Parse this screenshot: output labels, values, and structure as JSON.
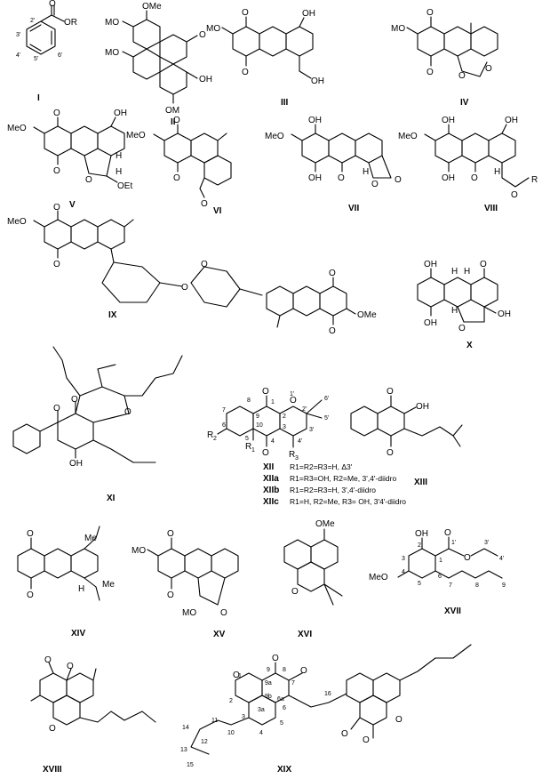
{
  "compounds": {
    "I": {
      "label": "I",
      "groups": {
        "ester": "OR",
        "c2": "2'",
        "c3": "3'",
        "c4": "4'",
        "c5": "5'",
        "c6": "6'"
      }
    },
    "II": {
      "label": "II",
      "groups": {
        "a": "OMe",
        "b": "MO",
        "c": "MO",
        "d": "OH",
        "e": "OM"
      }
    },
    "III": {
      "label": "III",
      "groups": {
        "a": "MO",
        "b": "OH",
        "c": "OH"
      }
    },
    "IV": {
      "label": "IV",
      "groups": {
        "a": "MO"
      }
    },
    "V": {
      "label": "V",
      "groups": {
        "a": "MeO",
        "b": "OH",
        "c": "H",
        "d": "H",
        "e": "OEt"
      }
    },
    "VI": {
      "label": "VI",
      "groups": {
        "a": "MeO"
      }
    },
    "VII": {
      "label": "VII",
      "groups": {
        "a": "OH",
        "b": "MeO",
        "c": "OH",
        "d": "H"
      }
    },
    "VIII": {
      "label": "VIII",
      "groups": {
        "a": "OH",
        "b": "OH",
        "c": "MeO",
        "d": "OH",
        "e": "H",
        "f": "R"
      }
    },
    "IX": {
      "label": "IX",
      "groups": {
        "a": "MeO",
        "b": "OMe"
      }
    },
    "X": {
      "label": "X",
      "groups": {
        "a": "OH",
        "b": "H",
        "c": "H",
        "d": "OH",
        "e": "OH",
        "f": "H"
      }
    },
    "XI": {
      "label": "XI",
      "groups": {
        "a": "OH"
      }
    },
    "XII": {
      "groups": {
        "o1": "1'",
        "c2": "2'",
        "c6": "6'",
        "c5": "5'",
        "c3": "3'",
        "c4": "4'",
        "r1": "R",
        "r1s": "1",
        "r2": "R",
        "r2s": "2",
        "r3": "R",
        "r3s": "3",
        "n1": "1",
        "n2": "2",
        "n3": "3",
        "n4": "4",
        "n5": "5",
        "n6": "6",
        "n7": "7",
        "n8": "8",
        "n9": "9",
        "n10": "10"
      },
      "legend": [
        {
          "label": "XII",
          "text": "R1=R2=R3=H, Δ3'"
        },
        {
          "label": "XIIa",
          "text": "R1=R3=OH, R2=Me, 3',4'-diidro"
        },
        {
          "label": "XIIb",
          "text": "R1=R2=R3=H, 3',4'-diidro"
        },
        {
          "label": "XIIc",
          "text": "R1=H, R2=Me, R3= OH, 3'4'-diidro"
        }
      ]
    },
    "XIII": {
      "label": "XIII",
      "groups": {
        "a": "OH"
      }
    },
    "XIV": {
      "label": "XIV",
      "groups": {
        "a": "Me",
        "b": "Me",
        "c": "H"
      }
    },
    "XV": {
      "label": "XV",
      "groups": {
        "a": "MO",
        "b": "MO"
      }
    },
    "XVI": {
      "label": "XVI",
      "groups": {
        "a": "OMe"
      }
    },
    "XVII": {
      "label": "XVII",
      "groups": {
        "a": "OH",
        "b": "MeO",
        "n1p": "1'",
        "n3p": "3'",
        "n4p": "4'",
        "n1": "1",
        "n2": "2",
        "n3": "3",
        "n4": "4",
        "n5": "5",
        "n6": "6",
        "n7": "7",
        "n8": "8",
        "n9": "9"
      }
    },
    "XVIII": {
      "label": "XVIII",
      "groups": {}
    },
    "XIX": {
      "label": "XIX",
      "groups": {
        "n1": "1",
        "n2": "2",
        "n3": "3",
        "n3a": "3a",
        "n4": "4",
        "n5": "5",
        "n6": "6",
        "n6a": "6a",
        "n7": "7",
        "n8": "8",
        "n9": "9",
        "n9a": "9a",
        "n9b": "9b",
        "n10": "10",
        "n11": "11",
        "n12": "12",
        "n13": "13",
        "n14": "14",
        "n15": "15",
        "n16": "16"
      }
    }
  }
}
